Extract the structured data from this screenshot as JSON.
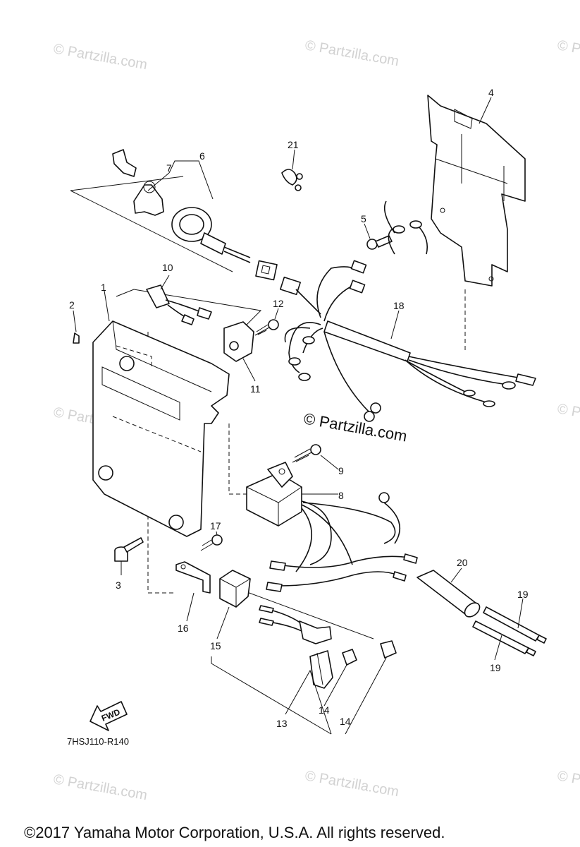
{
  "watermarks": {
    "brand": "© Partzilla.com",
    "center": "© Partzilla.com"
  },
  "callouts": {
    "p1": "1",
    "p2": "2",
    "p3": "3",
    "p4": "4",
    "p5": "5",
    "p6": "6",
    "p7": "7",
    "p8": "8",
    "p9": "9",
    "p10": "10",
    "p11": "11",
    "p12": "12",
    "p13": "13",
    "p14a": "14",
    "p14b": "14",
    "p15": "15",
    "p16": "16",
    "p17": "17",
    "p18": "18",
    "p19a": "19",
    "p19b": "19",
    "p20": "20",
    "p21": "21"
  },
  "fwd_label": "FWD",
  "diagram_code": "7HSJ110-R140",
  "copyright": "©2017  Yamaha Motor Corporation, U.S.A. All rights reserved."
}
